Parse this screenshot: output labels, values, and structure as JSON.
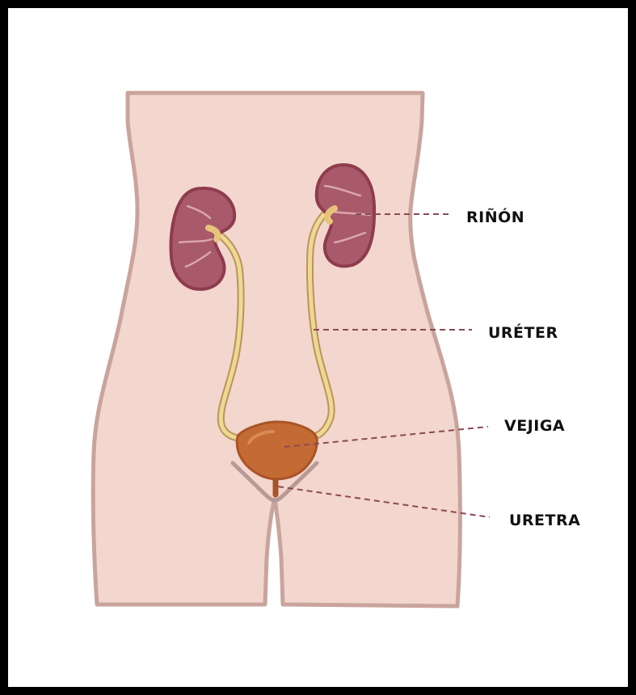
{
  "labels": {
    "kidney": "RIÑÓN",
    "ureter": "URÉTER",
    "bladder": "VEJIGA",
    "urethra": "URETRA"
  },
  "colors": {
    "frame": "#000000",
    "skin": "#f3d6cd",
    "skin_outline": "#c9a49d",
    "kidney": "#a85a6a",
    "kidney_outline": "#8e3b50",
    "ureter": "#e2c77a",
    "bladder": "#c46a35",
    "leader": "#8a4a55"
  }
}
